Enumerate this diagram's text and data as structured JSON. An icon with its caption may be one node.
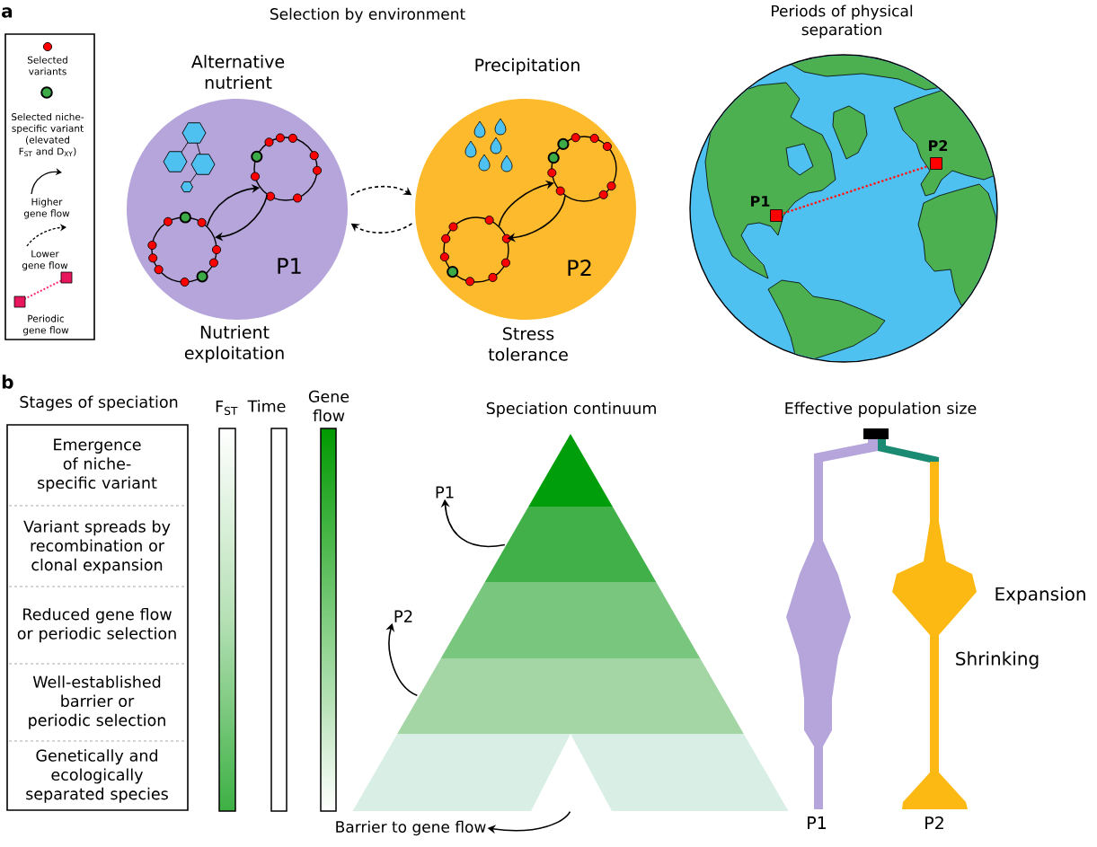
{
  "diagram": {
    "nodes": [
      {
        "text": [
          "Alternative nutrient",
          "P1",
          "Nutrient exploitation"
        ]
      },
      {
        "text": [],
        "shape": "circle",
        "in": 0
      },
      {
        "text": [],
        "shape": "circle",
        "in": 0
      },
      {
        "text": [
          "Precipitation",
          "P2",
          "Stress tolerance"
        ]
      },
      {
        "text": [],
        "shape": "circle",
        "in": 3
      },
      {
        "text": [],
        "shape": "circle",
        "in": 3
      },
      {
        "text": [
          "Periods of physical separation"
        ]
      },
      {
        "text": [
          "P1"
        ],
        "in": 6
      },
      {
        "text": [
          "P2"
        ],
        "in": 6
      },
      {
        "text": [],
        "shape": "triangle"
      },
      {
        "text": [],
        "shape": "trapezoid"
      },
      {
        "text": [],
        "shape": "trapezoid"
      },
      {
        "text": [],
        "shape": "trapezoid"
      },
      {
        "text": [],
        "shape": "trapezoid"
      },
      {
        "text": [
          "P1"
        ]
      },
      {
        "text": [
          "P2"
        ]
      },
      {
        "text": [
          "Barrier to gene flow"
        ]
      }
    ],
    "edges": [
      {
        "from": 1,
        "to": 2,
        "arrow": "to"
      },
      {
        "from": 2,
        "to": 1,
        "arrow": "to"
      },
      {
        "from": 4,
        "to": 5,
        "arrow": "to"
      },
      {
        "from": 5,
        "to": 4,
        "arrow": "to"
      },
      {
        "from": 0,
        "to": 3,
        "arrow": "to",
        "style": "dashed"
      },
      {
        "from": 3,
        "to": 0,
        "arrow": "to",
        "style": "dashed"
      },
      {
        "from": 7,
        "to": 8,
        "arrow": "none",
        "style": "dashed",
        "color": "#ff1a1a"
      },
      {
        "from": 10,
        "to": 14,
        "arrow": "to"
      },
      {
        "from": 12,
        "to": 15,
        "arrow": "to"
      },
      {
        "from": 13,
        "to": 16,
        "arrow": "to"
      }
    ],
    "labels": [
      "a",
      "Selection by environment",
      "b",
      "Stages of speciation",
      "F$_{ST}$",
      "Time",
      "Gene flow",
      "Speciation continuum",
      "Effective population size",
      "Emergence of niche-specific variant",
      "Variant spreads by recombination or clonal expansion",
      "Reduced gene flow or periodic selection",
      "Well-established barrier or periodic selection",
      "Genetically and ecologically separated species",
      "Expansion",
      "Shrinking",
      "P1",
      "P2"
    ],
    "legend": [
      {
        "text": "Selected variants"
      },
      {
        "text": "Selected niche-specific variant (elevated F$_{ST}$ and D$_{XY}$)"
      },
      {
        "text": "Higher gene flow"
      },
      {
        "text": "Lower gene flow"
      },
      {
        "text": "Periodic gene flow"
      }
    ]
  }
}
